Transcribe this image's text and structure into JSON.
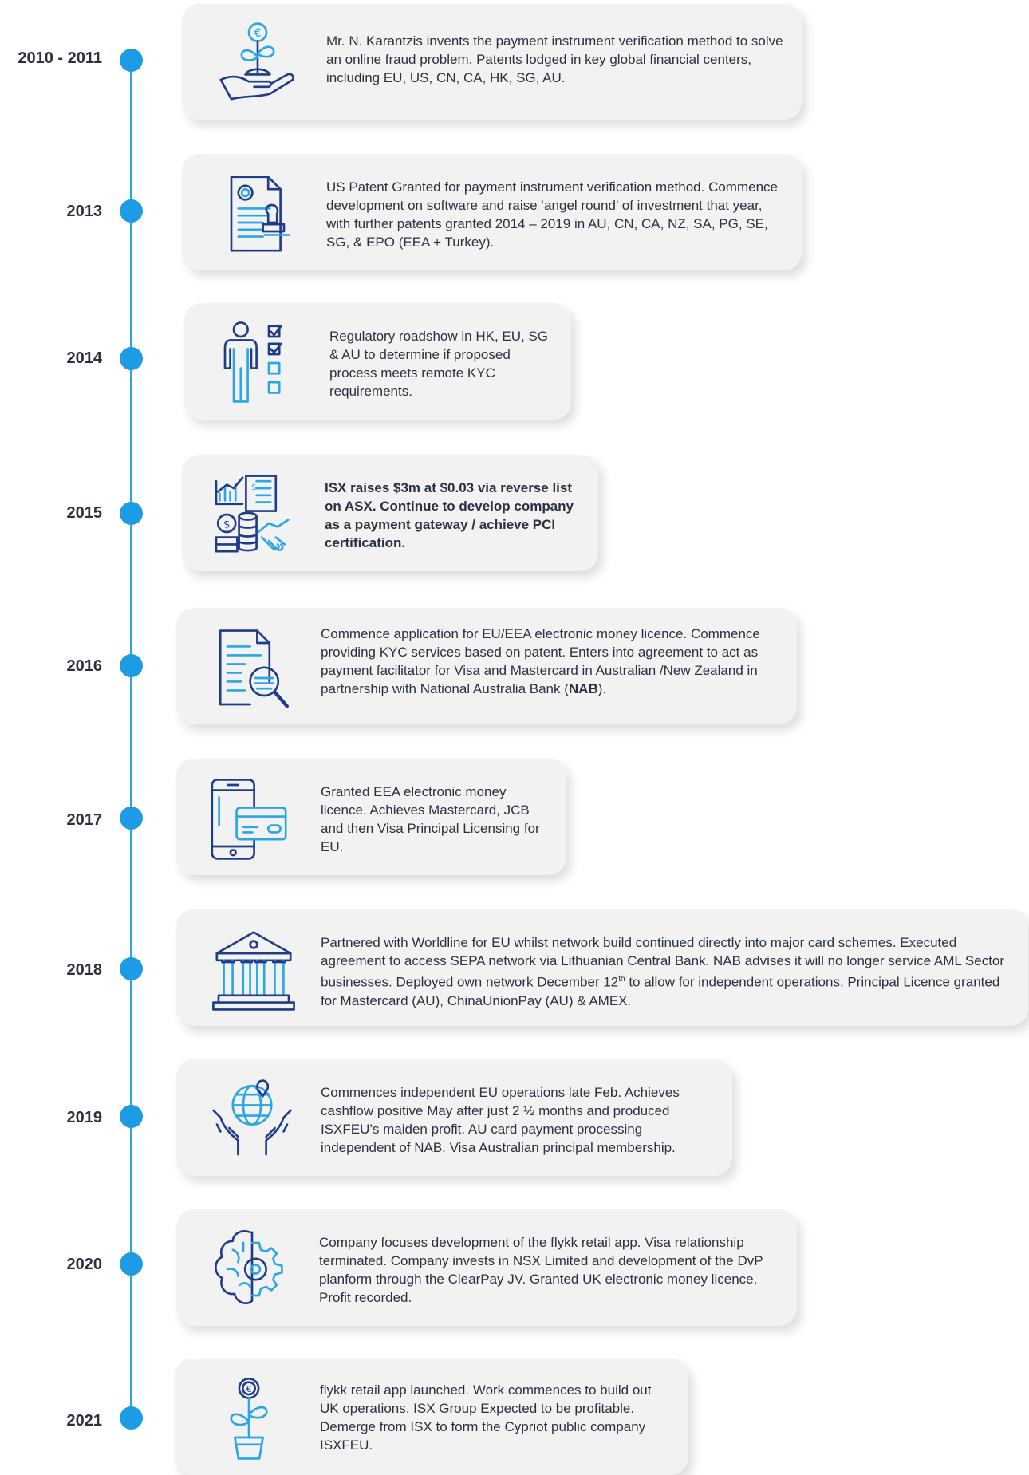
{
  "timeline": [
    {
      "year": "2010 - 2011",
      "icon": "plant-hand-icon",
      "text": "Mr. N. Karantzis invents the payment instrument verification method to solve an online fraud problem. Patents lodged in key global financial centers, including EU, US, CN, CA, HK, SG, AU."
    },
    {
      "year": "2013",
      "icon": "patent-document-stamp-icon",
      "text": "US Patent Granted for payment instrument verification method. Commence development on software and raise ‘angel round’ of investment that year, with further patents granted 2014 – 2019 in AU, CN, CA, NZ, SA, PG, SE, SG, & EPO (EEA + Turkey)."
    },
    {
      "year": "2014",
      "icon": "person-checklist-icon",
      "text": "Regulatory roadshow in HK, EU, SG & AU to determine if proposed process meets remote KYC requirements."
    },
    {
      "year": "2015",
      "icon": "finance-handshake-icon",
      "text": "ISX raises $3m at $0.03 via reverse list on ASX. Continue to develop company as a payment gateway / achieve PCI certification."
    },
    {
      "year": "2016",
      "icon": "document-search-icon",
      "text_main": "Commence application for EU/EEA electronic money licence. Commence providing KYC services based on patent. Enters into agreement to act as payment facilitator for Visa and Mastercard in Australian /New Zealand in partnership with National Australia Bank (",
      "text_bold": "NAB",
      "text_end": ")."
    },
    {
      "year": "2017",
      "icon": "phone-card-icon",
      "text": "Granted EEA electronic money licence. Achieves Mastercard, JCB and then Visa Principal Licensing for EU."
    },
    {
      "year": "2018",
      "icon": "bank-building-icon",
      "text_main": "Partnered with Worldline for EU whilst network build continued directly into major card schemes. Executed agreement to access SEPA network via Lithuanian Central Bank. NAB advises it will no longer service AML Sector businesses. Deployed own network December 12",
      "text_sup": "th",
      "text_end": " to allow for independent operations. Principal Licence granted for Mastercard (AU), ChinaUnionPay (AU) & AMEX."
    },
    {
      "year": "2019",
      "icon": "globe-hands-icon",
      "text": "Commences independent EU operations late Feb. Achieves cashflow positive May after just 2 ½ months and produced ISXFEU’s maiden profit. AU card payment processing independent of NAB. Visa Australian principal membership."
    },
    {
      "year": "2020",
      "icon": "brain-gear-icon",
      "text": "Company focuses development of the flykk retail app. Visa relationship terminated. Company invests in NSX Limited and development of the DvP planform through the ClearPay JV. Granted UK electronic money licence. Profit recorded."
    },
    {
      "year": "2021",
      "icon": "euro-plant-pot-icon",
      "text": "flykk retail app launched. Work commences to build out UK operations. ISX Group Expected to be profitable. Demerge from ISX to form the Cypriot public company ISXFEU."
    }
  ],
  "colors": {
    "accent": "#1d9be4",
    "line": "#2aa6e6",
    "card": "#f2f2f3",
    "icon_dark": "#1f3c88",
    "icon_light": "#2aa6e6"
  }
}
